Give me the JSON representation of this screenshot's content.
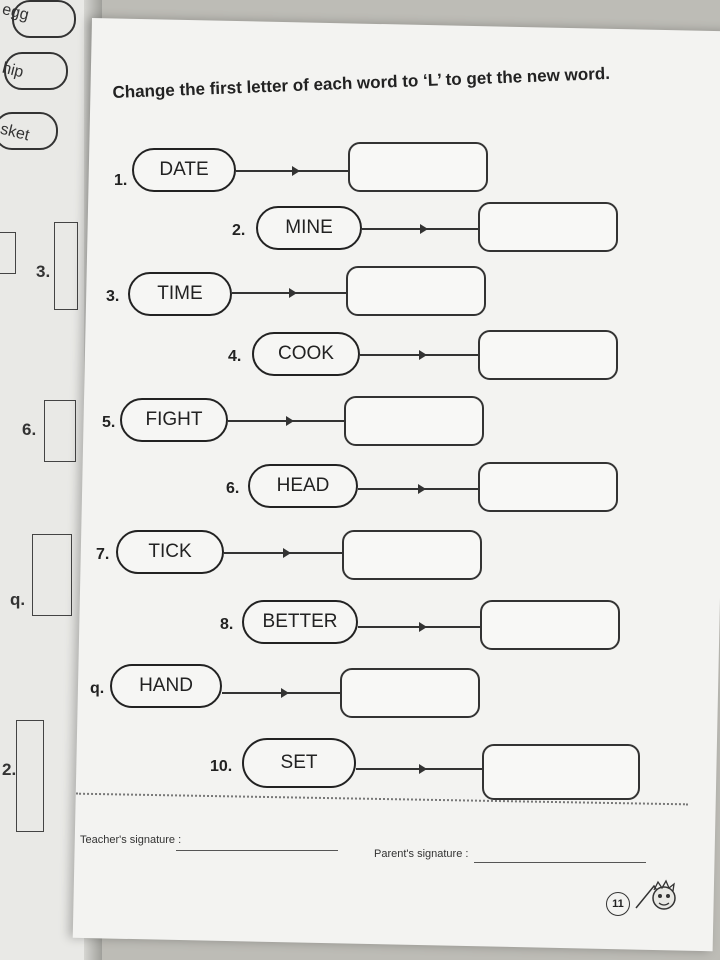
{
  "left_page": {
    "fragments": [
      "egg",
      "hip",
      "sket"
    ],
    "numbers": [
      "3.",
      "6.",
      "q.",
      "2."
    ]
  },
  "instruction": "Change the first letter of each word to ‘L’ to get the new word.",
  "items": [
    {
      "num": "1.",
      "word": "DATE"
    },
    {
      "num": "2.",
      "word": "MINE"
    },
    {
      "num": "3.",
      "word": "TIME"
    },
    {
      "num": "4.",
      "word": "COOK"
    },
    {
      "num": "5.",
      "word": "FIGHT"
    },
    {
      "num": "6.",
      "word": "HEAD"
    },
    {
      "num": "7.",
      "word": "TICK"
    },
    {
      "num": "8.",
      "word": "BETTER"
    },
    {
      "num": "q.",
      "word": "HAND"
    },
    {
      "num": "10.",
      "word": "SET"
    }
  ],
  "footer": {
    "teacher_signature": "Teacher's signature :",
    "parent_signature": "Parent's signature :",
    "page_number": "11"
  }
}
